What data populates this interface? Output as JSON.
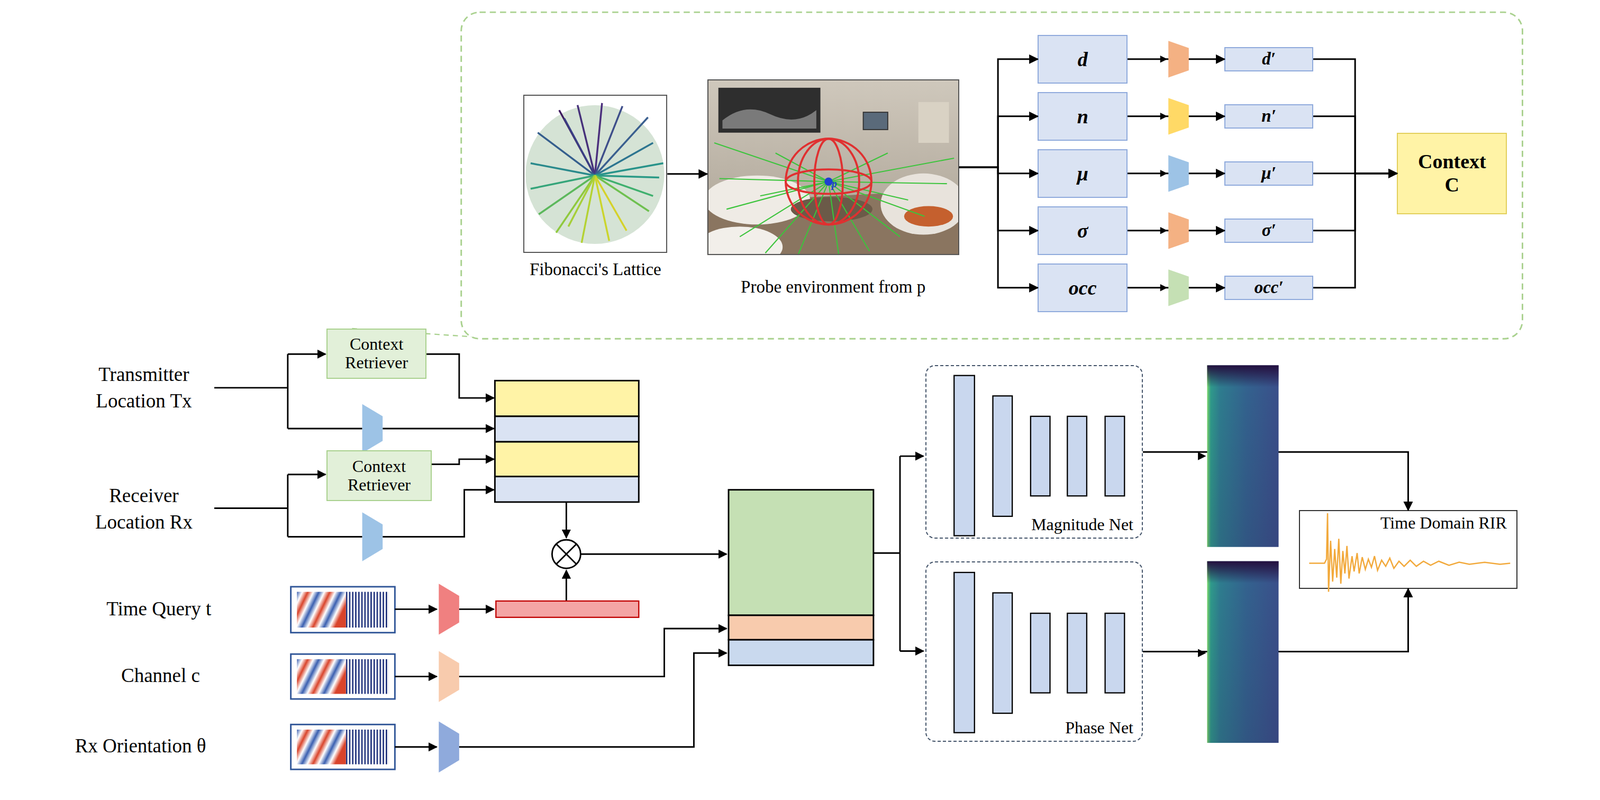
{
  "diagram": {
    "nodes": [
      {
        "text": [
          "Fibonacci's Lattice"
        ]
      },
      {
        "text": [
          "Probe environment from p"
        ]
      },
      {
        "text": [
          "d"
        ]
      },
      {
        "text": [
          "n"
        ]
      },
      {
        "text": [
          "μ"
        ]
      },
      {
        "text": [
          "σ"
        ]
      },
      {
        "text": [
          "occ"
        ]
      },
      {
        "text": [
          "d′"
        ]
      },
      {
        "text": [
          "n′"
        ]
      },
      {
        "text": [
          "μ′"
        ]
      },
      {
        "text": [
          "σ′"
        ]
      },
      {
        "text": [
          "occ′"
        ]
      },
      {
        "text": [
          "Context C"
        ]
      },
      {
        "text": [
          "Context Retriever"
        ]
      },
      {
        "text": [
          "Context Retriever"
        ]
      },
      {
        "text": [
          "Magnitude Net"
        ]
      },
      {
        "text": [
          "Phase Net"
        ]
      },
      {
        "text": [
          "Time Domain RIR"
        ]
      }
    ],
    "edges": [
      {
        "from": 0,
        "to": 1,
        "arrow": "to"
      },
      {
        "from": 1,
        "to": 2,
        "arrow": "to"
      },
      {
        "from": 1,
        "to": 3,
        "arrow": "to"
      },
      {
        "from": 1,
        "to": 4,
        "arrow": "to"
      },
      {
        "from": 1,
        "to": 5,
        "arrow": "to"
      },
      {
        "from": 1,
        "to": 6,
        "arrow": "to"
      },
      {
        "from": 2,
        "to": 7,
        "arrow": "to"
      },
      {
        "from": 3,
        "to": 8,
        "arrow": "to"
      },
      {
        "from": 4,
        "to": 9,
        "arrow": "to"
      },
      {
        "from": 5,
        "to": 10,
        "arrow": "to"
      },
      {
        "from": 6,
        "to": 11,
        "arrow": "to"
      },
      {
        "from": 7,
        "to": 12,
        "arrow": "to"
      },
      {
        "from": 8,
        "to": 12,
        "arrow": "to"
      },
      {
        "from": 9,
        "to": 12,
        "arrow": "to"
      },
      {
        "from": 10,
        "to": 12,
        "arrow": "to"
      },
      {
        "from": 11,
        "to": 12,
        "arrow": "to"
      },
      {
        "from": 15,
        "to": 17,
        "arrow": "to"
      },
      {
        "from": 16,
        "to": 17,
        "arrow": "to"
      }
    ],
    "labels": [
      "Transmitter Location Tx",
      "Receiver Location Rx",
      "Time Query t",
      "Channel c",
      "Rx Orientation θ",
      "p"
    ]
  }
}
